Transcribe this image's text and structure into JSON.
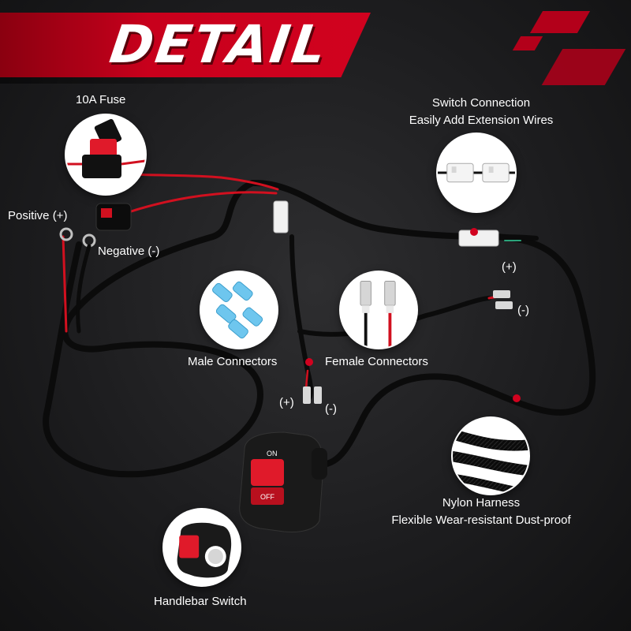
{
  "header": {
    "title": "DETAIL"
  },
  "labels": {
    "fuse": "10A Fuse",
    "switch_connection_1": "Switch Connection",
    "switch_connection_2": "Easily Add Extension Wires",
    "positive": "Positive (+)",
    "negative": "Negative (-)",
    "plus_right": "(+)",
    "minus_right": "(-)",
    "male_connectors": "Male Connectors",
    "female_connectors": "Female Connectors",
    "plus_bottom": "(+)",
    "minus_bottom": "(-)",
    "nylon_1": "Nylon Harness",
    "nylon_2": "Flexible Wear-resistant Dust-proof",
    "handlebar_switch": "Handlebar Switch"
  },
  "switch": {
    "on_label": "ON",
    "off_label": "OFF"
  },
  "colors": {
    "accent": "#d1021f",
    "background": "#1d1d1f",
    "wire_black": "#0b0b0b",
    "wire_red": "#d1101f",
    "switch_button": "#e01a2a"
  }
}
